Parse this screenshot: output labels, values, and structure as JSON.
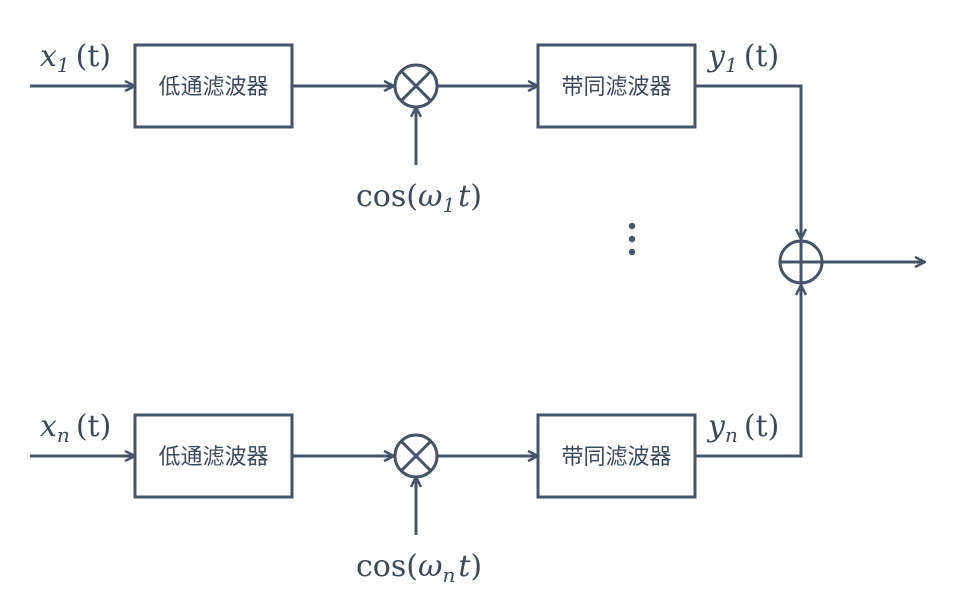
{
  "colors": {
    "line": "#44546a",
    "text": "#3a4a5c"
  },
  "branch1": {
    "input": {
      "var": "x",
      "sub": "1",
      "arg": "(t)"
    },
    "lowpass_label": "低通滤波器",
    "carrier": {
      "fn": "cos(",
      "omega": "ω",
      "sub": "1",
      "t": "t",
      "close": ")"
    },
    "bandpass_label": "带同滤波器",
    "output": {
      "var": "y",
      "sub": "1",
      "arg": "(t)"
    }
  },
  "branchN": {
    "input": {
      "var": "x",
      "sub": "n",
      "arg": "(t)"
    },
    "lowpass_label": "低通滤波器",
    "carrier": {
      "fn": "cos(",
      "omega": "ω",
      "sub": "n",
      "t": "t",
      "close": ")"
    },
    "bandpass_label": "带同滤波器",
    "output": {
      "var": "y",
      "sub": "n",
      "arg": "(t)"
    }
  },
  "icons": {
    "multiplier": "multiplier-icon",
    "adder": "adder-icon",
    "ellipsis": "vertical-ellipsis-icon"
  }
}
